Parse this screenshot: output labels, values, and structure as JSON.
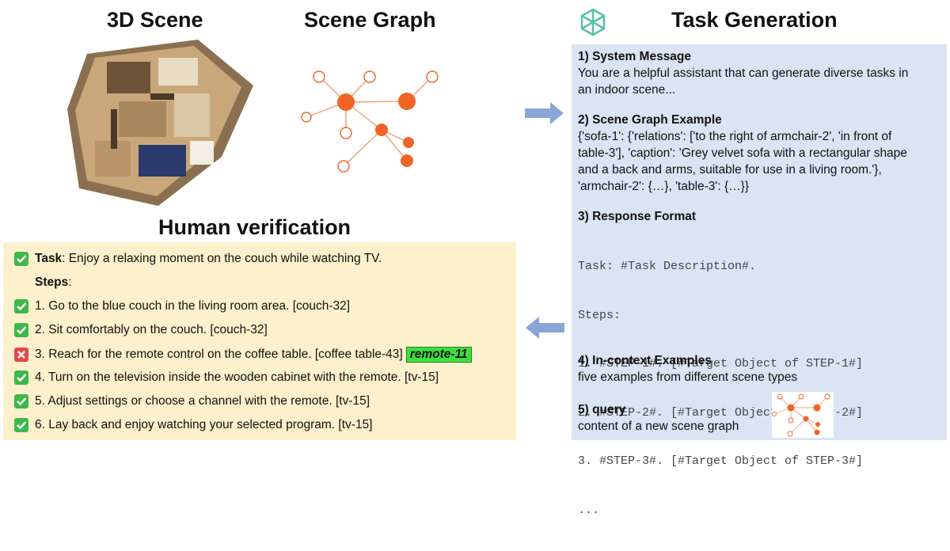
{
  "titles": {
    "scene": "3D Scene",
    "graph": "Scene Graph",
    "task": "Task Generation",
    "human": "Human verification"
  },
  "icons": {
    "logo": "openai-logo-icon",
    "arrow_right": "arrow-right-icon",
    "arrow_left": "arrow-left-icon",
    "check": "check-icon",
    "cross": "cross-icon"
  },
  "colors": {
    "graph_node": "#f06525",
    "arrow": "#8aa6d6",
    "task_panel": "#dbe4f4",
    "human_panel": "#fdf0cc",
    "check": "#3fb84a",
    "cross": "#e04848",
    "highlight": "#3ee03e",
    "logo": "#5bbfa8"
  },
  "human": {
    "task_label": "Task",
    "task_text": ": Enjoy a relaxing moment on the couch while watching TV.",
    "steps_label": "Steps",
    "steps_colon": ":",
    "steps": [
      {
        "text": "1. Go to the blue couch in the living room area. [couch-32]",
        "ok": true
      },
      {
        "text": "2. Sit comfortably on the couch. [couch-32]",
        "ok": true
      },
      {
        "text": "3. Reach for the remote control on the coffee table. [coffee table-43]",
        "ok": false,
        "highlight": "remote-11"
      },
      {
        "text": "4. Turn on the television inside the wooden cabinet with the remote. [tv-15]",
        "ok": true
      },
      {
        "text": "5. Adjust settings or choose a channel with the remote. [tv-15]",
        "ok": true
      },
      {
        "text": "6. Lay back and enjoy watching your selected program. [tv-15]",
        "ok": true
      }
    ]
  },
  "task": {
    "s1_title": "1) System Message",
    "s1_line1": "You are a helpful assistant that can generate diverse tasks in",
    "s1_line2": "an indoor scene...",
    "s2_title": "2) Scene Graph Example",
    "s2_line1": "{'sofa-1': {'relations': ['to the right of armchair-2', 'in front of",
    "s2_line2": "table-3'], 'caption': 'Grey velvet sofa with a rectangular shape",
    "s2_line3": "and a back and arms, suitable for use in a living room.'},",
    "s2_line4": "'armchair-2': {…}, 'table-3': {…}}",
    "s3_title": "3) Response Format",
    "s3_mono": [
      "Task: #Task Description#.",
      "Steps:",
      "1. #STEP-1#. [#Target Object of STEP-1#]",
      "2. #STEP-2#. [#Target Object of STEP-2#]",
      "3. #STEP-3#. [#Target Object of STEP-3#]",
      "..."
    ],
    "s4_title": "4) In-context Examples",
    "s4_line": "five examples from different scene types",
    "s5_title": "5) query",
    "s5_line": "content of a new scene graph"
  }
}
